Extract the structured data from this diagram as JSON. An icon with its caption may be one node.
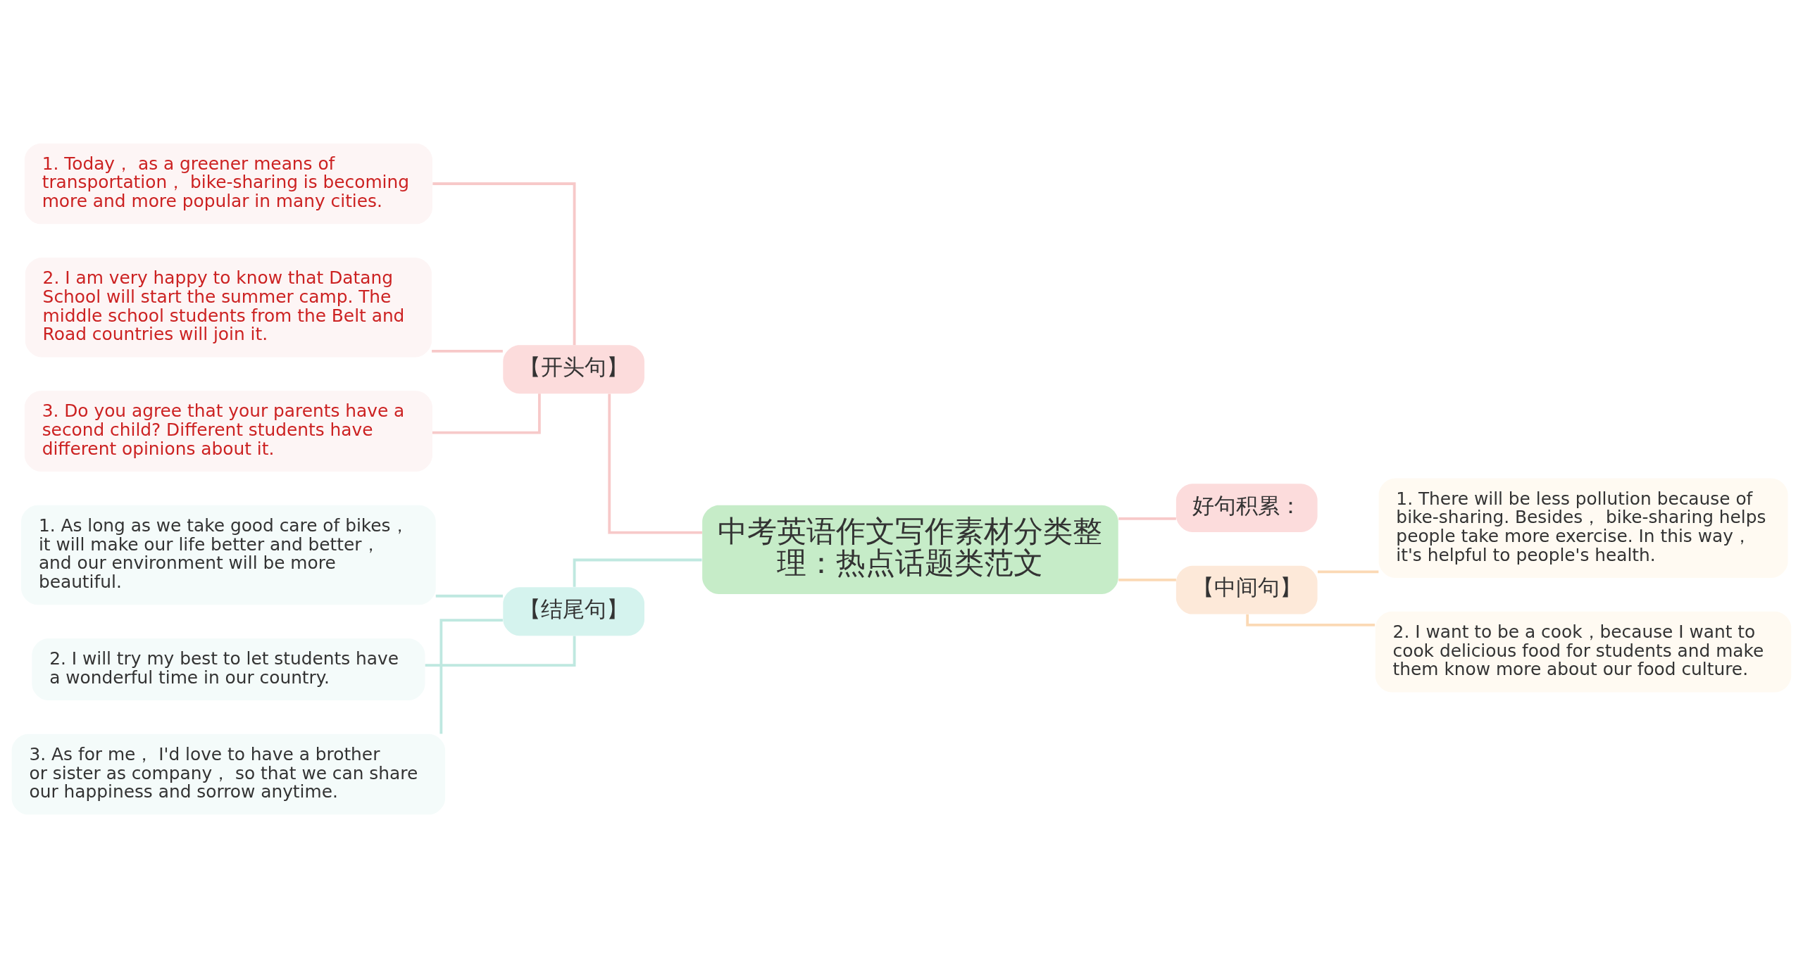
{
  "diagram": {
    "nodes": [
      {
        "text": [
          "中考英语作文写作素材分类整理：热点话题类范文"
        ]
      },
      {
        "text": [
          "【开头句】"
        ]
      },
      {
        "text": [
          "1. Today， as a greener means of transportation， bike-sharing is becoming more and more popular in many cities."
        ]
      },
      {
        "text": [
          "2. I am very happy to know that Datang School will start the summer camp. The middle school students from the Belt and Road countries will join it."
        ]
      },
      {
        "text": [
          "3. Do you agree that your parents have a second child? Different students have different opinions about it."
        ]
      },
      {
        "text": [
          "【结尾句】"
        ]
      },
      {
        "text": [
          "1. As long as we take good care of bikes， it will make our life better and better， and our environment will be more beautiful."
        ]
      },
      {
        "text": [
          "2. I will try my best to let students have a wonderful time in our country."
        ]
      },
      {
        "text": [
          "3. As for me， I'd love to have a brother or sister as company， so that we can share our happiness and sorrow anytime."
        ]
      },
      {
        "text": [
          "好句积累："
        ]
      },
      {
        "text": [
          "【中间句】"
        ]
      },
      {
        "text": [
          "1. There will be less pollution because of bike-sharing. Besides， bike-sharing helps people take more exercise. In this way， it's helpful to people's health."
        ]
      },
      {
        "text": [
          "2. I want to be a cook，because I want to cook delicious food for students and make them know more about our food culture."
        ]
      }
    ],
    "edges": [
      {
        "from": 0,
        "to": 1,
        "arrow": "none",
        "color": "#f7c9c9"
      },
      {
        "from": 1,
        "to": 2,
        "arrow": "none",
        "color": "#f7c9c9"
      },
      {
        "from": 1,
        "to": 3,
        "arrow": "none",
        "color": "#f7c9c9"
      },
      {
        "from": 1,
        "to": 4,
        "arrow": "none",
        "color": "#f7c9c9"
      },
      {
        "from": 0,
        "to": 5,
        "arrow": "none",
        "color": "#bfe8e0"
      },
      {
        "from": 5,
        "to": 6,
        "arrow": "none",
        "color": "#bfe8e0"
      },
      {
        "from": 5,
        "to": 7,
        "arrow": "none",
        "color": "#bfe8e0"
      },
      {
        "from": 5,
        "to": 8,
        "arrow": "none",
        "color": "#bfe8e0"
      },
      {
        "from": 0,
        "to": 9,
        "arrow": "none",
        "color": "#f7c9c9"
      },
      {
        "from": 0,
        "to": 10,
        "arrow": "none",
        "color": "#fbd9b5"
      },
      {
        "from": 10,
        "to": 11,
        "arrow": "none",
        "color": "#fbd9b5"
      },
      {
        "from": 10,
        "to": 12,
        "arrow": "none",
        "color": "#fbd9b5"
      }
    ]
  }
}
